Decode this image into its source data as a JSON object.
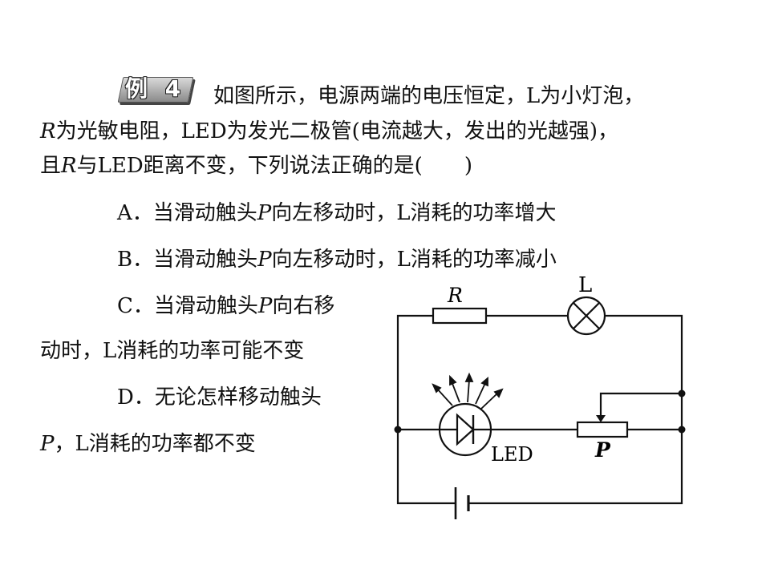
{
  "example_badge": "例 4",
  "question": {
    "line1": "如图所示，电源两端的电压恒定，L为小灯泡，",
    "line2_r": "R",
    "line2_rest": "为光敏电阻，LED为发光二极管(电流越大，发出的光越强)，",
    "line3_a": "且",
    "line3_r": "R",
    "line3_b": "与LED距离不变，下列说法正确的是(　　)"
  },
  "options": [
    {
      "pre": "A．当滑动触头",
      "p": "P",
      "post": "向左移动时，L消耗的功率增大"
    },
    {
      "pre": "B．当滑动触头",
      "p": "P",
      "post": "向左移动时，L消耗的功率减小"
    },
    {
      "pre": "C．当滑动触头",
      "p": "P",
      "post": "向右移",
      "cont": "动时，L消耗的功率可能不变"
    },
    {
      "pre": "D．无论怎样移动触头",
      "cont_p": "P",
      "cont": "，L消耗的功率都不变"
    }
  ],
  "circuit": {
    "resistor_label": "R",
    "lamp_label": "L",
    "led_label": "LED",
    "rheostat_label": "P"
  }
}
